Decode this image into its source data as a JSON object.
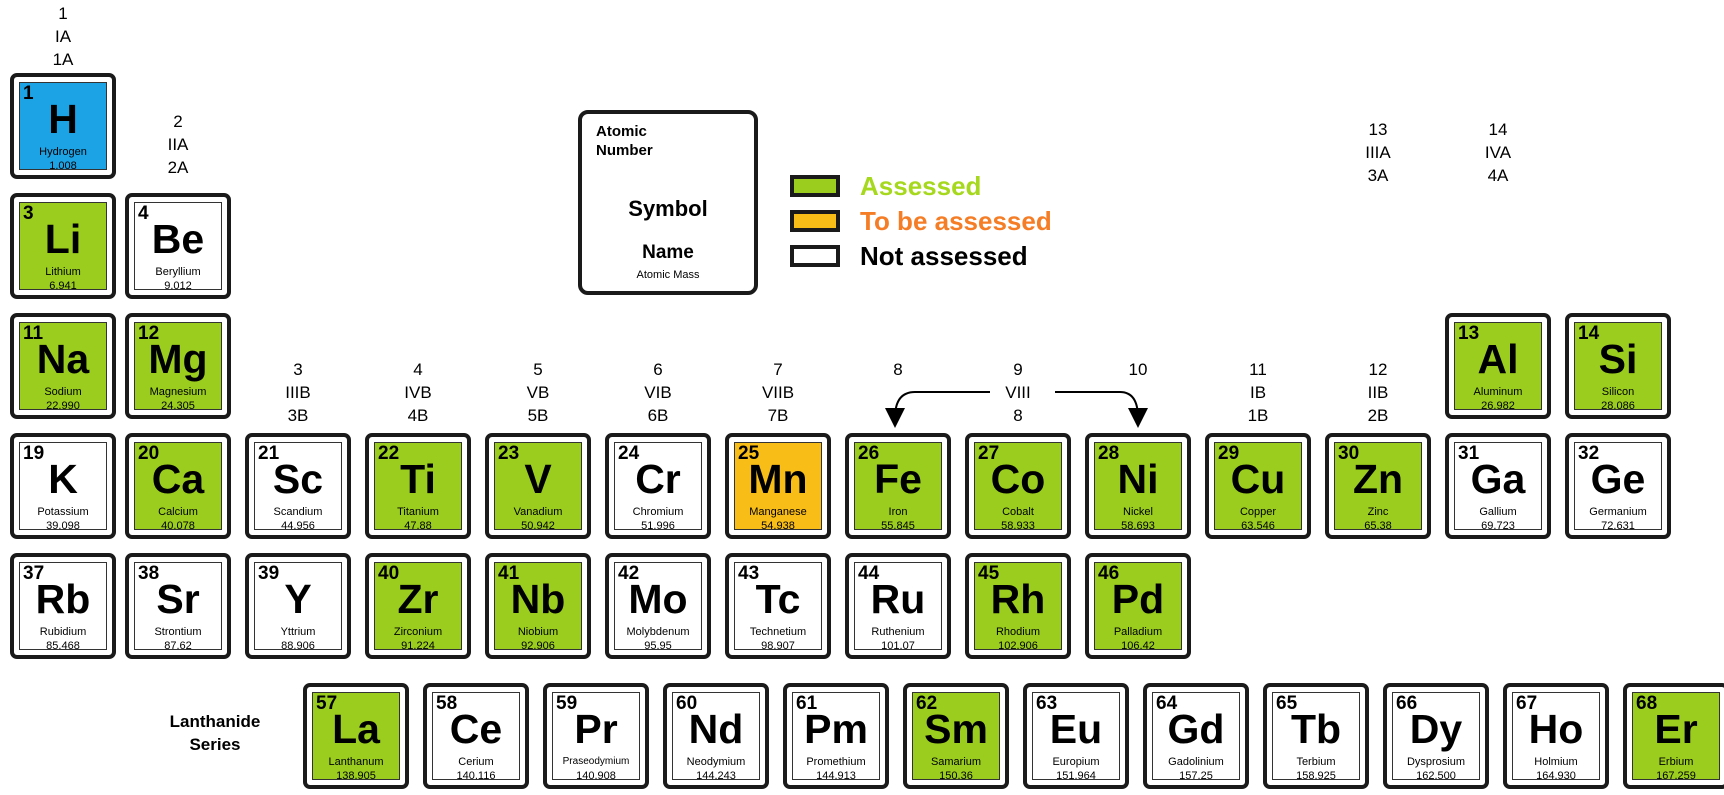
{
  "colors": {
    "assessed": "#9acd1e",
    "to_be_assessed": "#f9bd17",
    "not_assessed": "#ffffff",
    "hydrogen": "#1ca3e6",
    "assessed_text": "#a6d81e",
    "to_be_assessed_text": "#f57d26"
  },
  "key": {
    "atomic_number": "Atomic Number",
    "symbol": "Symbol",
    "name": "Name",
    "atomic_mass": "Atomic   Mass"
  },
  "legend": [
    {
      "label": "Assessed",
      "status": "assessed"
    },
    {
      "label": "To be assessed",
      "status": "to_be_assessed"
    },
    {
      "label": "Not assessed",
      "status": "not_assessed"
    }
  ],
  "series_label": "Lanthanide Series",
  "groups": [
    {
      "lines": [
        "1",
        "IA",
        "1A"
      ]
    },
    {
      "lines": [
        "2",
        "IIA",
        "2A"
      ]
    },
    {
      "lines": [
        "3",
        "IIIB",
        "3B"
      ]
    },
    {
      "lines": [
        "4",
        "IVB",
        "4B"
      ]
    },
    {
      "lines": [
        "5",
        "VB",
        "5B"
      ]
    },
    {
      "lines": [
        "6",
        "VIB",
        "6B"
      ]
    },
    {
      "lines": [
        "7",
        "VIIB",
        "7B"
      ]
    },
    {
      "lines": [
        "8"
      ]
    },
    {
      "lines": [
        "9",
        "VIII",
        "8"
      ]
    },
    {
      "lines": [
        "10"
      ]
    },
    {
      "lines": [
        "11",
        "IB",
        "1B"
      ]
    },
    {
      "lines": [
        "12",
        "IIB",
        "2B"
      ]
    },
    {
      "lines": [
        "13",
        "IIIA",
        "3A"
      ]
    },
    {
      "lines": [
        "14",
        "IVA",
        "4A"
      ]
    }
  ],
  "elements": [
    {
      "number": "1",
      "symbol": "H",
      "name": "Hydrogen",
      "mass": "1.008",
      "status": "hydrogen",
      "row": 1,
      "col": 1
    },
    {
      "number": "3",
      "symbol": "Li",
      "name": "Lithium",
      "mass": "6.941",
      "status": "assessed",
      "row": 2,
      "col": 1
    },
    {
      "number": "4",
      "symbol": "Be",
      "name": "Beryllium",
      "mass": "9.012",
      "status": "not_assessed",
      "row": 2,
      "col": 2
    },
    {
      "number": "11",
      "symbol": "Na",
      "name": "Sodium",
      "mass": "22.990",
      "status": "assessed",
      "row": 3,
      "col": 1
    },
    {
      "number": "12",
      "symbol": "Mg",
      "name": "Magnesium",
      "mass": "24.305",
      "status": "assessed",
      "row": 3,
      "col": 2
    },
    {
      "number": "13",
      "symbol": "Al",
      "name": "Aluminum",
      "mass": "26.982",
      "status": "assessed",
      "row": 3,
      "col": 13
    },
    {
      "number": "14",
      "symbol": "Si",
      "name": "Silicon",
      "mass": "28.086",
      "status": "assessed",
      "row": 3,
      "col": 14
    },
    {
      "number": "19",
      "symbol": "K",
      "name": "Potassium",
      "mass": "39.098",
      "status": "not_assessed",
      "row": 4,
      "col": 1
    },
    {
      "number": "20",
      "symbol": "Ca",
      "name": "Calcium",
      "mass": "40.078",
      "status": "assessed",
      "row": 4,
      "col": 2
    },
    {
      "number": "21",
      "symbol": "Sc",
      "name": "Scandium",
      "mass": "44.956",
      "status": "not_assessed",
      "row": 4,
      "col": 3
    },
    {
      "number": "22",
      "symbol": "Ti",
      "name": "Titanium",
      "mass": "47.88",
      "status": "assessed",
      "row": 4,
      "col": 4
    },
    {
      "number": "23",
      "symbol": "V",
      "name": "Vanadium",
      "mass": "50.942",
      "status": "assessed",
      "row": 4,
      "col": 5
    },
    {
      "number": "24",
      "symbol": "Cr",
      "name": "Chromium",
      "mass": "51.996",
      "status": "not_assessed",
      "row": 4,
      "col": 6
    },
    {
      "number": "25",
      "symbol": "Mn",
      "name": "Manganese",
      "mass": "54.938",
      "status": "to_be_assessed",
      "row": 4,
      "col": 7
    },
    {
      "number": "26",
      "symbol": "Fe",
      "name": "Iron",
      "mass": "55.845",
      "status": "assessed",
      "row": 4,
      "col": 8
    },
    {
      "number": "27",
      "symbol": "Co",
      "name": "Cobalt",
      "mass": "58.933",
      "status": "assessed",
      "row": 4,
      "col": 9
    },
    {
      "number": "28",
      "symbol": "Ni",
      "name": "Nickel",
      "mass": "58.693",
      "status": "assessed",
      "row": 4,
      "col": 10
    },
    {
      "number": "29",
      "symbol": "Cu",
      "name": "Copper",
      "mass": "63.546",
      "status": "assessed",
      "row": 4,
      "col": 11
    },
    {
      "number": "30",
      "symbol": "Zn",
      "name": "Zinc",
      "mass": "65.38",
      "status": "assessed",
      "row": 4,
      "col": 12
    },
    {
      "number": "31",
      "symbol": "Ga",
      "name": "Gallium",
      "mass": "69.723",
      "status": "not_assessed",
      "row": 4,
      "col": 13
    },
    {
      "number": "32",
      "symbol": "Ge",
      "name": "Germanium",
      "mass": "72.631",
      "status": "not_assessed",
      "row": 4,
      "col": 14
    },
    {
      "number": "37",
      "symbol": "Rb",
      "name": "Rubidium",
      "mass": "85.468",
      "status": "not_assessed",
      "row": 5,
      "col": 1
    },
    {
      "number": "38",
      "symbol": "Sr",
      "name": "Strontium",
      "mass": "87.62",
      "status": "not_assessed",
      "row": 5,
      "col": 2
    },
    {
      "number": "39",
      "symbol": "Y",
      "name": "Yttrium",
      "mass": "88.906",
      "status": "not_assessed",
      "row": 5,
      "col": 3
    },
    {
      "number": "40",
      "symbol": "Zr",
      "name": "Zirconium",
      "mass": "91.224",
      "status": "assessed",
      "row": 5,
      "col": 4
    },
    {
      "number": "41",
      "symbol": "Nb",
      "name": "Niobium",
      "mass": "92.906",
      "status": "assessed",
      "row": 5,
      "col": 5
    },
    {
      "number": "42",
      "symbol": "Mo",
      "name": "Molybdenum",
      "mass": "95.95",
      "status": "not_assessed",
      "row": 5,
      "col": 6
    },
    {
      "number": "43",
      "symbol": "Tc",
      "name": "Technetium",
      "mass": "98.907",
      "status": "not_assessed",
      "row": 5,
      "col": 7
    },
    {
      "number": "44",
      "symbol": "Ru",
      "name": "Ruthenium",
      "mass": "101.07",
      "status": "not_assessed",
      "row": 5,
      "col": 8
    },
    {
      "number": "45",
      "symbol": "Rh",
      "name": "Rhodium",
      "mass": "102.906",
      "status": "assessed",
      "row": 5,
      "col": 9
    },
    {
      "number": "46",
      "symbol": "Pd",
      "name": "Palladium",
      "mass": "106.42",
      "status": "assessed",
      "row": 5,
      "col": 10
    },
    {
      "number": "57",
      "symbol": "La",
      "name": "Lanthanum",
      "mass": "138.905",
      "status": "assessed",
      "row": 6,
      "col": 1
    },
    {
      "number": "58",
      "symbol": "Ce",
      "name": "Cerium",
      "mass": "140.116",
      "status": "not_assessed",
      "row": 6,
      "col": 2
    },
    {
      "number": "59",
      "symbol": "Pr",
      "name": "Praseodymium",
      "mass": "140.908",
      "status": "not_assessed",
      "row": 6,
      "col": 3
    },
    {
      "number": "60",
      "symbol": "Nd",
      "name": "Neodymium",
      "mass": "144.243",
      "status": "not_assessed",
      "row": 6,
      "col": 4
    },
    {
      "number": "61",
      "symbol": "Pm",
      "name": "Promethium",
      "mass": "144.913",
      "status": "not_assessed",
      "row": 6,
      "col": 5
    },
    {
      "number": "62",
      "symbol": "Sm",
      "name": "Samarium",
      "mass": "150.36",
      "status": "assessed",
      "row": 6,
      "col": 6
    },
    {
      "number": "63",
      "symbol": "Eu",
      "name": "Europium",
      "mass": "151.964",
      "status": "not_assessed",
      "row": 6,
      "col": 7
    },
    {
      "number": "64",
      "symbol": "Gd",
      "name": "Gadolinium",
      "mass": "157.25",
      "status": "not_assessed",
      "row": 6,
      "col": 8
    },
    {
      "number": "65",
      "symbol": "Tb",
      "name": "Terbium",
      "mass": "158.925",
      "status": "not_assessed",
      "row": 6,
      "col": 9
    },
    {
      "number": "66",
      "symbol": "Dy",
      "name": "Dysprosium",
      "mass": "162.500",
      "status": "not_assessed",
      "row": 6,
      "col": 10
    },
    {
      "number": "67",
      "symbol": "Ho",
      "name": "Holmium",
      "mass": "164.930",
      "status": "not_assessed",
      "row": 6,
      "col": 11
    },
    {
      "number": "68",
      "symbol": "Er",
      "name": "Erbium",
      "mass": "167.259",
      "status": "assessed",
      "row": 6,
      "col": 12
    }
  ]
}
